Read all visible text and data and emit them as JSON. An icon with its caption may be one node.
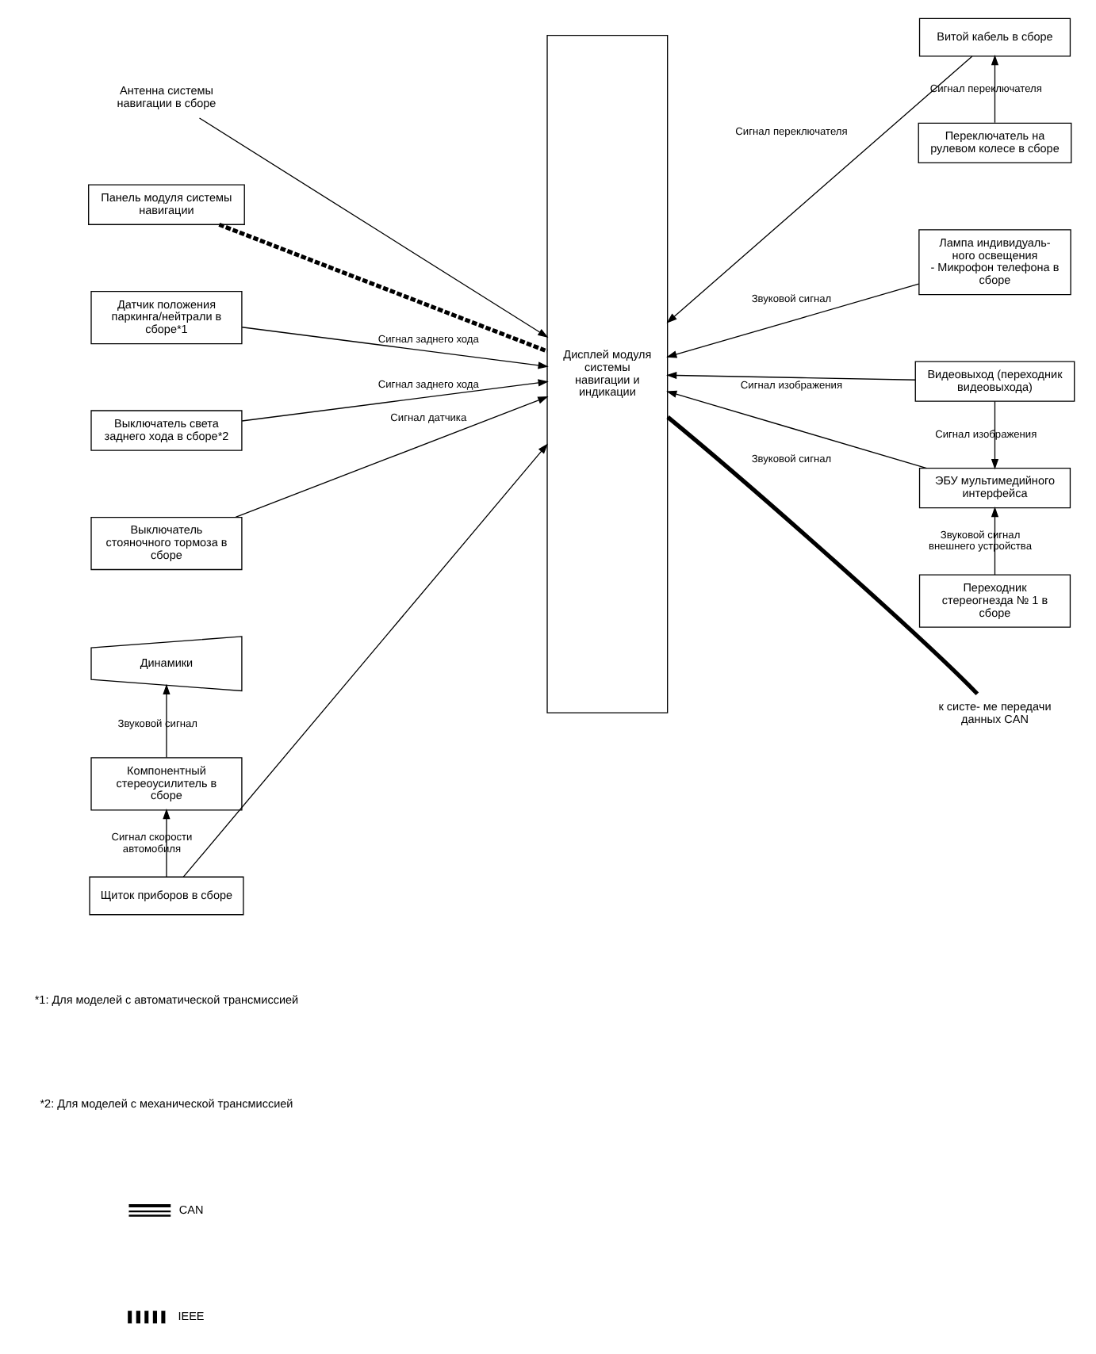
{
  "diagram": {
    "nodes": [
      {
        "text": [
          "Дисплей модуля системы навигации и индикации"
        ]
      },
      {
        "text": [
          "Антенна системы навигации в сборе"
        ]
      },
      {
        "text": [
          "Панель модуля системы навигации"
        ]
      },
      {
        "text": [
          "Датчик положения паркинга/нейтрали в сборе*1"
        ]
      },
      {
        "text": [
          "Выключатель света заднего хода в сборе*2"
        ]
      },
      {
        "text": [
          "Выключатель стояночного тормоза в сборе"
        ]
      },
      {
        "text": [
          "Динамики"
        ]
      },
      {
        "text": [
          "Компонентный стереоусилитель в сборе"
        ]
      },
      {
        "text": [
          "Щиток приборов в сборе"
        ]
      },
      {
        "text": [
          "Витой кабель в сборе"
        ]
      },
      {
        "text": [
          "Переключатель на рулевом колесе в сборе"
        ]
      },
      {
        "text": [
          "Лампа индивидуаль- ного освещения",
          "- Микрофон телефона в сборе"
        ]
      },
      {
        "text": [
          "Видеовыход (переходник видеовыхода)"
        ]
      },
      {
        "text": [
          "ЭБУ мультимедийного интерфейса"
        ]
      },
      {
        "text": [
          "Переходник стереогнезда № 1 в сборе"
        ]
      },
      {
        "text": [
          "к систе- ме передачи данных CAN"
        ]
      }
    ],
    "edges": [
      {
        "from": 1,
        "to": 0,
        "arrow": "to"
      },
      {
        "from": 2,
        "to": 0,
        "arrow": "none",
        "style": "dashed"
      },
      {
        "from": 3,
        "to": 0,
        "arrow": "to",
        "label": "Сигнал заднего хода"
      },
      {
        "from": 4,
        "to": 0,
        "arrow": "to",
        "label": "Сигнал заднего хода"
      },
      {
        "from": 5,
        "to": 0,
        "arrow": "to",
        "label": "Сигнал датчика"
      },
      {
        "from": 7,
        "to": 6,
        "arrow": "to",
        "label": "Звуковой сигнал"
      },
      {
        "from": 8,
        "to": 7,
        "arrow": "to",
        "label": "Сигнал скорости автомобиля"
      },
      {
        "from": 8,
        "to": 0,
        "arrow": "to"
      },
      {
        "from": 9,
        "to": 0,
        "arrow": "to",
        "label": "Сигнал переключателя"
      },
      {
        "from": 10,
        "to": 9,
        "arrow": "to",
        "label": "Сигнал переключателя"
      },
      {
        "from": 11,
        "to": 0,
        "arrow": "to",
        "label": "Звуковой сигнал"
      },
      {
        "from": 12,
        "to": 0,
        "arrow": "to",
        "label": "Сигнал изображения"
      },
      {
        "from": 12,
        "to": 13,
        "arrow": "to",
        "label": "Сигнал изображения"
      },
      {
        "from": 13,
        "to": 0,
        "arrow": "to",
        "label": "Звуковой сигнал"
      },
      {
        "from": 14,
        "to": 13,
        "arrow": "to",
        "label": "Звуковой сигнал внешнего устройства"
      },
      {
        "from": 0,
        "to": 15,
        "arrow": "none",
        "style": "thick"
      }
    ],
    "labels": [
      "*1: Для моделей с автоматической трансмиссией",
      "*2: Для моделей с механической трансмиссией"
    ],
    "legend": [
      {
        "text": "CAN"
      },
      {
        "text": "IEEE"
      }
    ]
  }
}
